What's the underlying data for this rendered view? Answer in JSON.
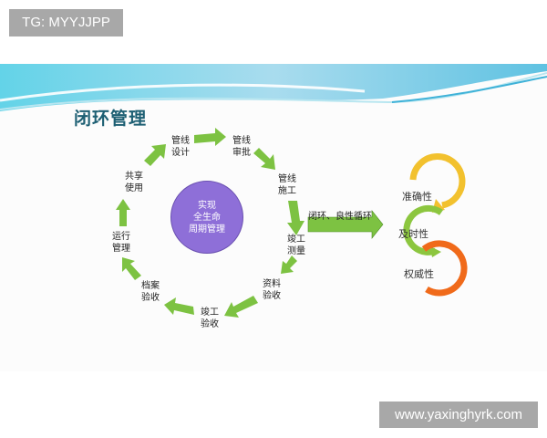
{
  "watermark_top": "TG: MYYJJPP",
  "watermark_bottom": "www.yaxinghyrk.com",
  "slide": {
    "title": "闭环管理",
    "center": {
      "line1": "实现",
      "line2": "全生命",
      "line3": "周期管理"
    },
    "stages": [
      {
        "line1": "管线",
        "line2": "设计"
      },
      {
        "line1": "管线",
        "line2": "审批"
      },
      {
        "line1": "管线",
        "line2": "施工"
      },
      {
        "line1": "竣工",
        "line2": "测量"
      },
      {
        "line1": "资料",
        "line2": "验收"
      },
      {
        "line1": "竣工",
        "line2": "验收"
      },
      {
        "line1": "档案",
        "line2": "验收"
      },
      {
        "line1": "运行",
        "line2": "管理"
      },
      {
        "line1": "共享",
        "line2": "使用"
      }
    ],
    "loop_arrow_label": "闭环、良性循环",
    "qualities": [
      "准确性",
      "及时性",
      "权威性"
    ],
    "colors": {
      "title": "#1d5f73",
      "arrow_green": "#7dc242",
      "center_circle": "#8e6fd8",
      "ring_yellow": "#f2c12e",
      "ring_green": "#8cc63f",
      "ring_orange": "#f06a1a",
      "header_wave": "#7fd0e6"
    }
  }
}
